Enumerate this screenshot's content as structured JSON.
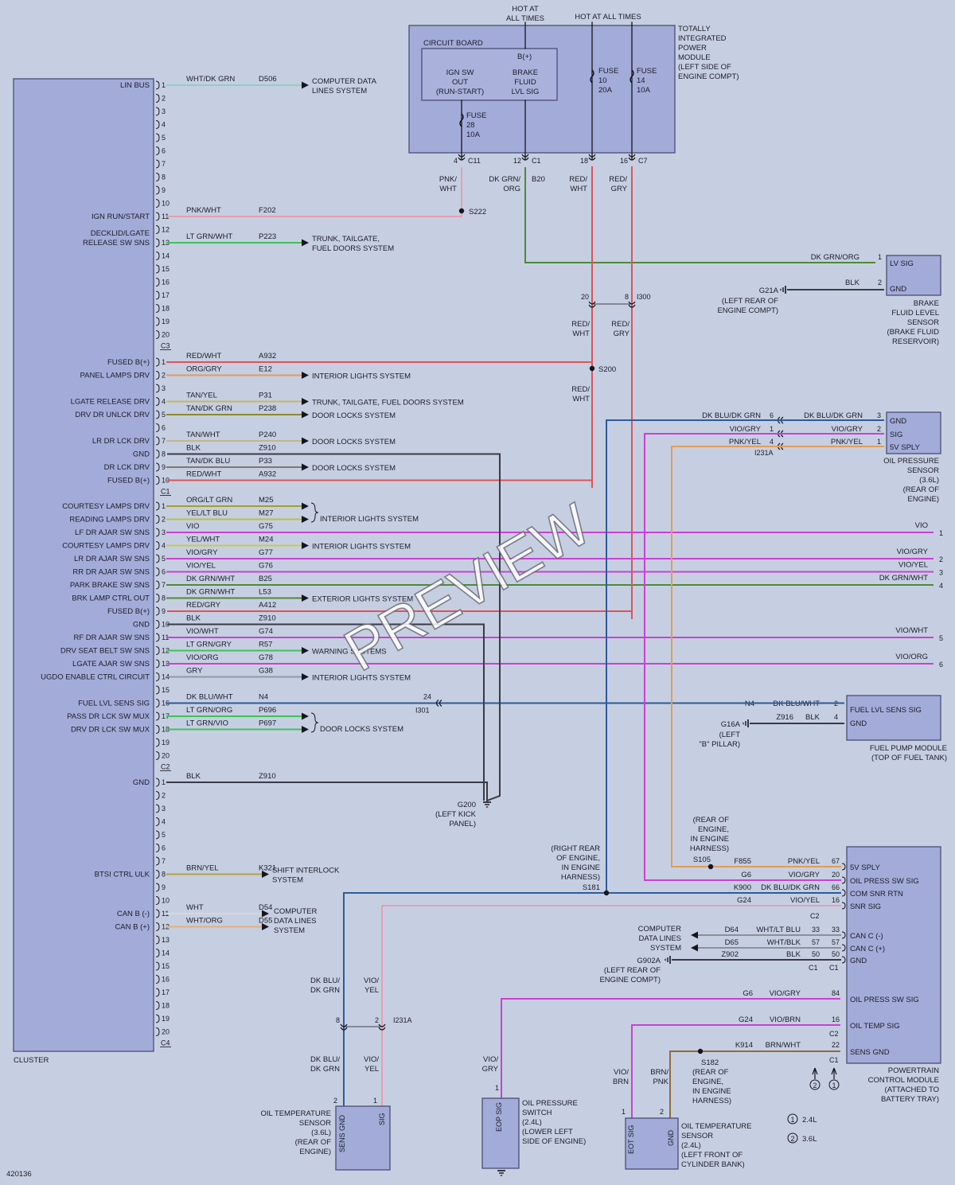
{
  "diagram_id": "420136",
  "watermark": "PREVIEW",
  "colors": {
    "background": "#c6cfe1",
    "module_fill": "#a3acd8",
    "module_stroke": "#4a4d76",
    "wire_red": "#e0525a",
    "wire_pink": "#e79eb2",
    "wire_orange": "#e59b57",
    "wire_green": "#3ec25a",
    "wire_dkgreen": "#4d8a3a",
    "wire_olive": "#8a8a2e",
    "wire_violet": "#cc3fd6",
    "wire_blue": "#2e5a9c",
    "wire_black": "#3a3a44",
    "wire_brown": "#946a3c",
    "wire_gray": "#8a8f98"
  },
  "cluster": {
    "label": "CLUSTER",
    "connectors": [
      {
        "name": "C3",
        "pins": [
          {
            "n": "1",
            "label": "LIN BUS",
            "wire": "WHT/DK GRN",
            "circuit": "D506",
            "dest": [
              "COMPUTER DATA",
              "LINES SYSTEM"
            ],
            "color": "#8fd0c0"
          },
          {
            "n": "2"
          },
          {
            "n": "3"
          },
          {
            "n": "4"
          },
          {
            "n": "5"
          },
          {
            "n": "6"
          },
          {
            "n": "7"
          },
          {
            "n": "8"
          },
          {
            "n": "9"
          },
          {
            "n": "10"
          },
          {
            "n": "11",
            "label": "IGN RUN/START",
            "wire": "PNK/WHT",
            "circuit": "F202",
            "color": "#e79eb2"
          },
          {
            "n": "12"
          },
          {
            "n": "13",
            "label": [
              "DECKLID/LGATE",
              "RELEASE SW SNS"
            ],
            "wire": "LT GRN/WHT",
            "circuit": "P223",
            "dest": [
              "TRUNK, TAILGATE,",
              "FUEL DOORS SYSTEM"
            ],
            "color": "#3ec25a"
          },
          {
            "n": "14"
          },
          {
            "n": "15"
          },
          {
            "n": "16"
          },
          {
            "n": "17"
          },
          {
            "n": "18"
          },
          {
            "n": "19"
          },
          {
            "n": "20"
          }
        ]
      },
      {
        "name": "C1",
        "pins": [
          {
            "n": "1",
            "label": "FUSED B(+)",
            "wire": "RED/WHT",
            "circuit": "A932",
            "color": "#e0525a"
          },
          {
            "n": "2",
            "label": "PANEL LAMPS DRV",
            "wire": "ORG/GRY",
            "circuit": "E12",
            "dest": [
              "INTERIOR LIGHTS SYSTEM"
            ],
            "color": "#e59b57"
          },
          {
            "n": "3"
          },
          {
            "n": "4",
            "label": "LGATE RELEASE DRV",
            "wire": "TAN/YEL",
            "circuit": "P31",
            "dest": [
              "TRUNK, TAILGATE, FUEL DOORS SYSTEM"
            ],
            "color": "#c8b560"
          },
          {
            "n": "5",
            "label": "DRV DR UNLCK DRV",
            "wire": "TAN/DK GRN",
            "circuit": "P238",
            "dest": [
              "DOOR LOCKS SYSTEM"
            ],
            "color": "#8a8a2e"
          },
          {
            "n": "6"
          },
          {
            "n": "7",
            "label": "LR DR LCK DRV",
            "wire": "TAN/WHT",
            "circuit": "P240",
            "dest": [
              "DOOR LOCKS SYSTEM"
            ],
            "color": "#c4b58a"
          },
          {
            "n": "8",
            "label": "GND",
            "wire": "BLK",
            "circuit": "Z910",
            "color": "#3a3a44"
          },
          {
            "n": "9",
            "label": "DR LCK DRV",
            "wire": "TAN/DK BLU",
            "circuit": "P33",
            "dest": [
              "DOOR LOCKS SYSTEM"
            ],
            "color": "#7c7a6a"
          },
          {
            "n": "10",
            "label": "FUSED B(+)",
            "wire": "RED/WHT",
            "circuit": "A932",
            "color": "#e0525a"
          }
        ]
      },
      {
        "name": "C2",
        "pins": [
          {
            "n": "1",
            "label": "COURTESY LAMPS DRV",
            "wire": "ORG/LT GRN",
            "circuit": "M25",
            "color": "#a0a030"
          },
          {
            "n": "2",
            "label": "READING LAMPS DRV",
            "wire": "YEL/LT BLU",
            "circuit": "M27",
            "color": "#b8c040"
          },
          {
            "n": "3",
            "label": "LF DR AJAR SW SNS",
            "wire": "VIO",
            "circuit": "G75",
            "color": "#cc3fd6",
            "far_pin": "1",
            "far_wire": "VIO"
          },
          {
            "n": "4",
            "label": "COURTESY LAMPS DRV",
            "wire": "YEL/WHT",
            "circuit": "M24",
            "dest": [
              "INTERIOR LIGHTS SYSTEM"
            ],
            "color": "#c8c850"
          },
          {
            "n": "5",
            "label": "LR DR AJAR SW SNS",
            "wire": "VIO/GRY",
            "circuit": "G77",
            "color": "#cc3fd6",
            "far_pin": "2",
            "far_wire": "VIO/GRY"
          },
          {
            "n": "6",
            "label": "RR DR AJAR SW SNS",
            "wire": "VIO/YEL",
            "circuit": "G76",
            "color": "#cc3fd6",
            "far_pin": "3",
            "far_wire": "VIO/YEL"
          },
          {
            "n": "7",
            "label": "PARK BRAKE SW SNS",
            "wire": "DK GRN/WHT",
            "circuit": "B25",
            "color": "#4d8a3a",
            "far_pin": "4",
            "far_wire": "DK GRN/WHT"
          },
          {
            "n": "8",
            "label": "BRK LAMP CTRL OUT",
            "wire": "DK GRN/WHT",
            "circuit": "L53",
            "dest": [
              "EXTERIOR LIGHTS SYSTEM"
            ],
            "color": "#4d8a3a"
          },
          {
            "n": "9",
            "label": "FUSED B(+)",
            "wire": "RED/GRY",
            "circuit": "A412",
            "color": "#e0525a"
          },
          {
            "n": "10",
            "label": "GND",
            "wire": "BLK",
            "circuit": "Z910",
            "color": "#3a3a44"
          },
          {
            "n": "11",
            "label": "RF DR AJAR SW SNS",
            "wire": "VIO/WHT",
            "circuit": "G74",
            "color": "#cc3fd6",
            "far_pin": "5",
            "far_wire": "VIO/WHT"
          },
          {
            "n": "12",
            "label": "DRV SEAT BELT SW SNS",
            "wire": "LT GRN/GRY",
            "circuit": "R57",
            "dest": [
              "WARNING SYSTEMS"
            ],
            "color": "#3ec25a"
          },
          {
            "n": "13",
            "label": "LGATE AJAR SW SNS",
            "wire": "VIO/ORG",
            "circuit": "G78",
            "color": "#cc3fd6",
            "far_pin": "6",
            "far_wire": "VIO/ORG"
          },
          {
            "n": "14",
            "label": "UGDO ENABLE CTRL CIRCUIT",
            "wire": "GRY",
            "circuit": "G38",
            "dest": [
              "INTERIOR LIGHTS SYSTEM"
            ],
            "color": "#9098a4"
          },
          {
            "n": "15"
          },
          {
            "n": "16",
            "label": "FUEL LVL SENS SIG",
            "wire": "DK BLU/WHT",
            "circuit": "N4",
            "color": "#2e5a9c"
          },
          {
            "n": "17",
            "label": "PASS DR LCK SW MUX",
            "wire": "LT GRN/ORG",
            "circuit": "P696",
            "color": "#3ec25a"
          },
          {
            "n": "18",
            "label": "DRV DR LCK SW MUX",
            "wire": "LT GRN/VIO",
            "circuit": "P697",
            "color": "#3ec25a"
          },
          {
            "n": "19"
          },
          {
            "n": "20"
          }
        ]
      },
      {
        "name": "C4",
        "pins": [
          {
            "n": "1",
            "label": "GND",
            "wire": "BLK",
            "circuit": "Z910",
            "color": "#3a3a44"
          },
          {
            "n": "2"
          },
          {
            "n": "3"
          },
          {
            "n": "4"
          },
          {
            "n": "5"
          },
          {
            "n": "6"
          },
          {
            "n": "7"
          },
          {
            "n": "8",
            "label": "BTSI CTRL ULK",
            "wire": "BRN/YEL",
            "circuit": "K321",
            "dest": [
              "SHIFT INTERLOCK",
              "SYSTEM"
            ],
            "color": "#b8a040"
          },
          {
            "n": "9"
          },
          {
            "n": "10"
          },
          {
            "n": "11",
            "label": "CAN B (-)",
            "wire": "WHT",
            "circuit": "D54",
            "color": "#d8d8d8"
          },
          {
            "n": "12",
            "label": "CAN B (+)",
            "wire": "WHT/ORG",
            "circuit": "D55",
            "color": "#e5b07a"
          },
          {
            "n": "13"
          },
          {
            "n": "14"
          },
          {
            "n": "15"
          },
          {
            "n": "16"
          },
          {
            "n": "17"
          },
          {
            "n": "18"
          },
          {
            "n": "19"
          },
          {
            "n": "20"
          }
        ]
      }
    ],
    "grouped_dest": {
      "interior_c2_1_2": "INTERIOR LIGHTS SYSTEM",
      "door_c2_17_18": "DOOR LOCKS SYSTEM",
      "can_b": [
        "COMPUTER",
        "DATA LINES",
        "SYSTEM"
      ]
    }
  },
  "tipm": {
    "hot1": [
      "HOT AT",
      "ALL TIMES"
    ],
    "hot2": "HOT AT ALL TIMES",
    "name": [
      "TOTALLY",
      "INTEGRATED",
      "POWER",
      "MODULE",
      "(LEFT SIDE OF",
      "ENGINE COMPT)"
    ],
    "circuit_board": "CIRCUIT BOARD",
    "bplus": "B(+)",
    "ign_sw": [
      "IGN SW",
      "OUT",
      "(RUN-START)"
    ],
    "brake_fluid": [
      "BRAKE",
      "FLUID",
      "LVL SIG"
    ],
    "fuse28": [
      "FUSE",
      "28",
      "10A"
    ],
    "fuse10": [
      "FUSE",
      "10",
      "20A"
    ],
    "fuse14": [
      "FUSE",
      "14",
      "10A"
    ],
    "pins": [
      {
        "n": "4",
        "conn": "C11",
        "wire": [
          "PNK/",
          "WHT"
        ]
      },
      {
        "n": "12",
        "conn": "C1",
        "wire": [
          "DK GRN/",
          "ORG"
        ],
        "circuit": "B20"
      },
      {
        "n": "18",
        "conn": "",
        "wire": [
          "RED/",
          "WHT"
        ]
      },
      {
        "n": "16",
        "conn": "C7",
        "wire": [
          "RED/",
          "GRY"
        ]
      }
    ]
  },
  "splices": {
    "s222": "S222",
    "s200": "S200",
    "s105": "S105",
    "s181": "S181",
    "s182": "S182"
  },
  "i300": {
    "name": "I300",
    "pin_a": "20",
    "pin_b": "8",
    "wire_a": [
      "RED/",
      "WHT"
    ],
    "wire_b": [
      "RED/",
      "GRY"
    ],
    "wire_c": [
      "RED/",
      "WHT"
    ]
  },
  "brake_sensor": {
    "pins": [
      {
        "n": "1",
        "label": "LV SIG",
        "wire": "DK GRN/ORG"
      },
      {
        "n": "2",
        "label": "GND",
        "wire": "BLK"
      }
    ],
    "ground": [
      "G21A",
      "(LEFT REAR OF",
      "ENGINE COMPT)"
    ],
    "name": [
      "BRAKE",
      "FLUID LEVEL",
      "SENSOR",
      "(BRAKE FLUID",
      "RESERVOIR)"
    ]
  },
  "oil_pressure_36": {
    "pins": [
      {
        "n": "3",
        "label": "GND",
        "wire": "DK BLU/DK GRN",
        "harness_pin": "6",
        "harness_wire": "DK BLU/DK GRN"
      },
      {
        "n": "2",
        "label": "SIG",
        "wire": "VIO/GRY",
        "harness_pin": "1",
        "harness_wire": "VIO/GRY"
      },
      {
        "n": "1",
        "label": "5V SPLY",
        "wire": "PNK/YEL",
        "harness_pin": "4",
        "harness_wire": "PNK/YEL"
      }
    ],
    "connector": "I231A",
    "name": [
      "OIL PRESSURE",
      "SENSOR",
      "(3.6L)",
      "(REAR OF",
      "ENGINE)"
    ]
  },
  "i301": {
    "name": "I301",
    "pin": "24"
  },
  "fuel_pump": {
    "pins": [
      {
        "n": "2",
        "label": "FUEL LVL SENS SIG",
        "wire": "DK BLU/WHT",
        "circuit": "N4"
      },
      {
        "n": "4",
        "label": "GND",
        "wire": "BLK",
        "circuit": "Z916"
      }
    ],
    "ground": [
      "G16A",
      "(LEFT",
      "\"B\" PILLAR)"
    ],
    "name": [
      "FUEL PUMP MODULE",
      "(TOP OF FUEL TANK)"
    ]
  },
  "g200": [
    "G200",
    "(LEFT KICK",
    "PANEL)"
  ],
  "s105_note": [
    "(REAR OF",
    "ENGINE,",
    "IN ENGINE",
    "HARNESS)"
  ],
  "s181_note": [
    "(RIGHT REAR",
    "OF ENGINE,",
    "IN ENGINE",
    "HARNESS)"
  ],
  "s182_note": [
    "(REAR OF",
    "ENGINE,",
    "IN ENGINE",
    "HARNESS)"
  ],
  "pcm": {
    "c2": [
      {
        "n": "67",
        "label": "5V SPLY",
        "wire": "PNK/YEL",
        "circuit": "F855"
      },
      {
        "n": "20",
        "label": "OIL PRESS SW SIG",
        "wire": "VIO/GRY",
        "circuit": "G6"
      },
      {
        "n": "66",
        "label": "COM SNR RTN",
        "wire": "DK BLU/DK GRN",
        "circuit": "K900"
      },
      {
        "n": "16",
        "label": "SNR SIG",
        "wire": "VIO/YEL",
        "circuit": "G24"
      }
    ],
    "c2_name": "C2",
    "c1a": [
      {
        "n": "33",
        "label": "CAN C (-)",
        "wire": "WHT/LT BLU",
        "circuit": "D64"
      },
      {
        "n": "57",
        "label": "CAN C (+)",
        "wire": "WHT/BLK",
        "circuit": "D65"
      },
      {
        "n": "50",
        "label": "GND",
        "wire": "BLK",
        "circuit": "Z902"
      }
    ],
    "c1a_name": "C1",
    "can_dest": [
      "COMPUTER",
      "DATA LINES",
      "SYSTEM"
    ],
    "ground": [
      "G902A",
      "(LEFT REAR OF",
      "ENGINE COMPT)"
    ],
    "c2b": [
      {
        "n": "84",
        "label": "OIL PRESS SW SIG",
        "wire": "VIO/GRY",
        "circuit": "G6"
      },
      {
        "n": "16",
        "label": "OIL TEMP SIG",
        "wire": "VIO/BRN",
        "circuit": "G24"
      }
    ],
    "c2b_name": "C2",
    "c1b": [
      {
        "n": "22",
        "label": "SENS GND",
        "wire": "BRN/WHT",
        "circuit": "K914"
      }
    ],
    "c1b_name": "C1",
    "name": [
      "POWERTRAIN",
      "CONTROL MODULE",
      "(ATTACHED TO",
      "BATTERY TRAY)"
    ]
  },
  "legend": [
    {
      "mark": "1",
      "text": "2.4L"
    },
    {
      "mark": "2",
      "text": "3.6L"
    }
  ],
  "i231a_lower": {
    "name": "I231A",
    "pin_a": "8",
    "pin_b": "2",
    "wire_a": [
      "DK BLU/",
      "DK GRN"
    ],
    "wire_b": [
      "VIO/",
      "YEL"
    ]
  },
  "oil_temp_36": {
    "pins": [
      {
        "n": "2",
        "label": "SENS GND"
      },
      {
        "n": "1",
        "label": "SIG"
      }
    ],
    "wire_a": [
      "DK BLU/",
      "DK GRN"
    ],
    "wire_b": [
      "VIO/",
      "YEL"
    ],
    "name": [
      "OIL TEMPERATURE",
      "SENSOR",
      "(3.6L)",
      "(REAR OF",
      "ENGINE)"
    ]
  },
  "oil_press_24": {
    "pin": "1",
    "label": "EOP SIG",
    "wire": [
      "VIO/",
      "GRY"
    ],
    "name": [
      "OIL PRESSURE",
      "SWITCH",
      "(2.4L)",
      "(LOWER LEFT",
      "SIDE OF ENGINE)"
    ]
  },
  "oil_temp_24": {
    "pins": [
      {
        "n": "1",
        "label": "EOT SIG",
        "wire": [
          "VIO/",
          "BRN"
        ]
      },
      {
        "n": "2",
        "label": "GND",
        "wire": [
          "BRN/",
          "PNK"
        ]
      }
    ],
    "name": [
      "OIL TEMPERATURE",
      "SENSOR",
      "(2.4L)",
      "(LEFT FRONT OF",
      "CYLINDER BANK)"
    ]
  }
}
